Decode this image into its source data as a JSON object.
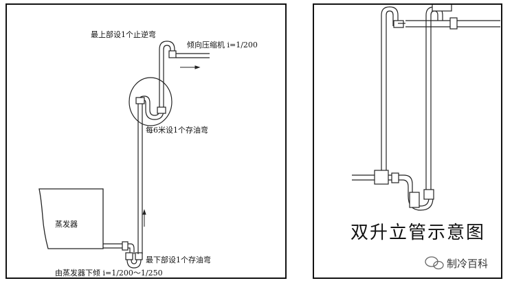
{
  "left": {
    "top_check_bend_label": "最上部设1个止逆弯",
    "slope_to_compressor_label": "倾向压缩机 i=1/200",
    "oil_trap_every_6m_label": "每6米设1个存油弯",
    "evaporator_label": "蒸发器",
    "bottom_oil_trap_label": "最下部设1个存油弯",
    "from_evaporator_label": "由蒸发器下倾 i=1/200～1/250"
  },
  "right": {
    "caption": "双升立管示意图"
  },
  "watermark": {
    "text": "制冷百科",
    "icon": "wechat-icon"
  }
}
